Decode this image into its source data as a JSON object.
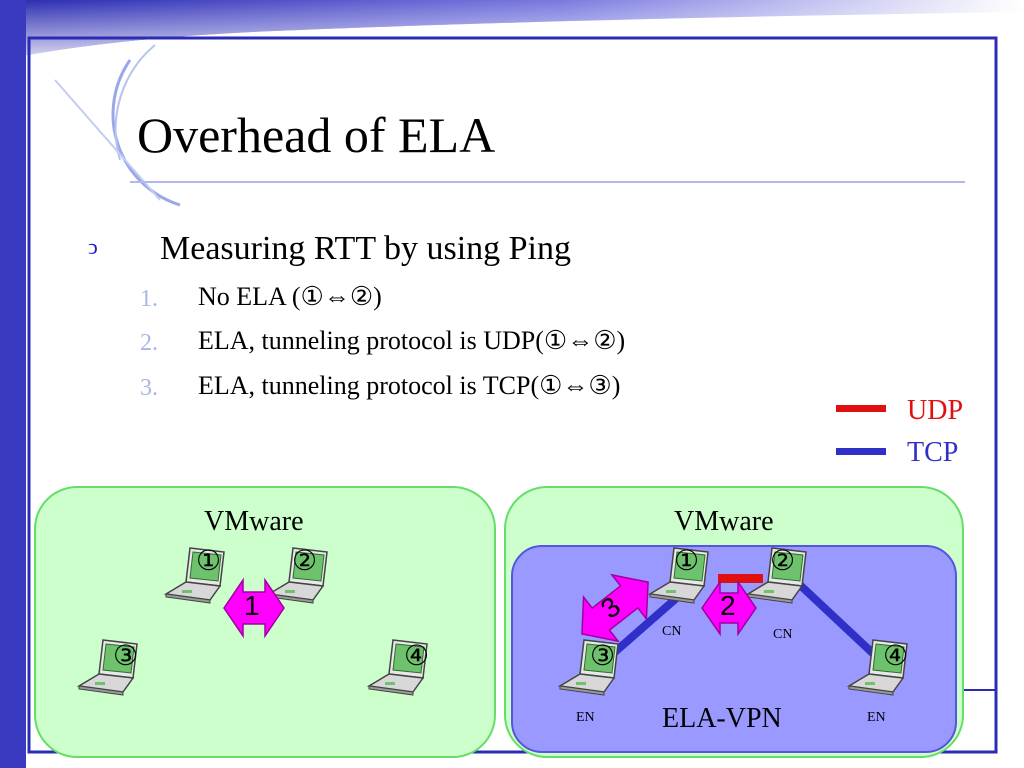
{
  "slide": {
    "title": "Overhead of ELA",
    "bullet": "Measuring RTT by using Ping",
    "items": [
      {
        "num": "1.",
        "text": "No ELA (①⇔②)"
      },
      {
        "num": "2.",
        "text": "ELA, tunneling protocol is UDP(①⇔②)"
      },
      {
        "num": "3.",
        "text": "ELA, tunneling protocol is TCP(①⇔③)"
      }
    ]
  },
  "legend": [
    {
      "label": "UDP",
      "color": "#e01010"
    },
    {
      "label": "TCP",
      "color": "#3030c8"
    }
  ],
  "left_panel": {
    "title": "VMware",
    "nodes": [
      "①",
      "②",
      "③",
      "④"
    ],
    "arrow_label": "1"
  },
  "right_panel": {
    "title": "VMware",
    "nodes": [
      "①",
      "②",
      "③",
      "④"
    ],
    "cn_labels": [
      "CN",
      "CN"
    ],
    "en_labels": [
      "EN",
      "EN"
    ],
    "vpn_label": "ELA-VPN",
    "arrow_label_udp": "2",
    "arrow_label_tcp": "3"
  },
  "colors": {
    "frame": "#2b2bb5",
    "panel_fill": "#ccffcc",
    "panel_border": "#66dd66",
    "vpn_fill": "#9999ff",
    "arrow_fill": "#ff00ff"
  }
}
